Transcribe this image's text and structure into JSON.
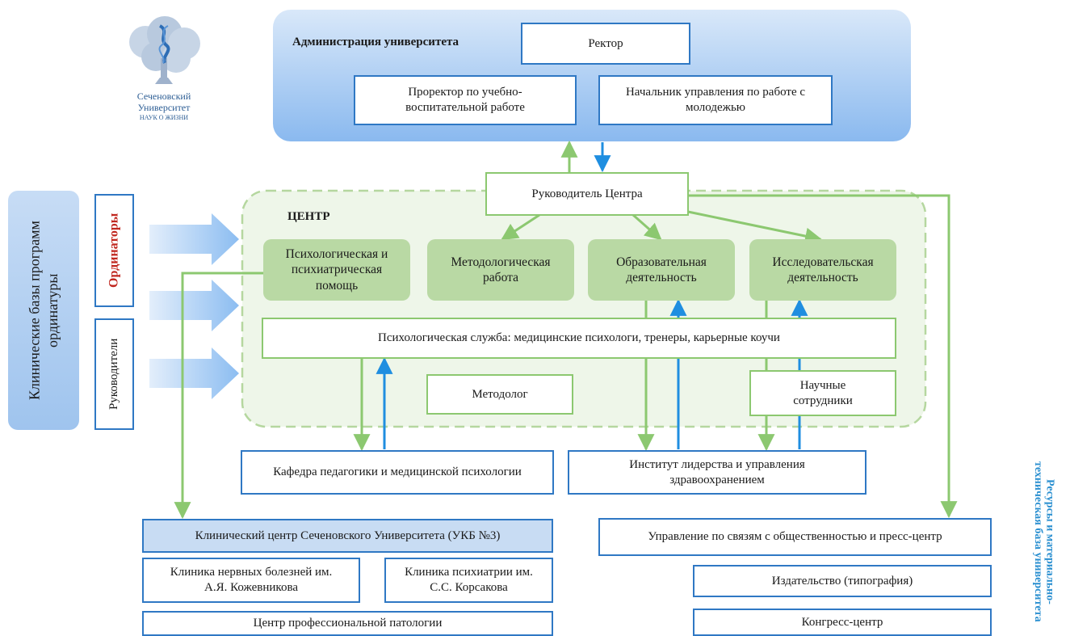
{
  "logo": {
    "line1": "Сеченовский",
    "line2": "Университет",
    "line3": "НАУК О ЖИЗНИ"
  },
  "admin": {
    "title": "Администрация университета",
    "rector": "Ректор",
    "prorector": "Проректор по учебно-воспитательной работе",
    "youth_head": "Начальник управления по работе с молодежью"
  },
  "center": {
    "head": "Руководитель Центра",
    "label": "ЦЕНТР",
    "depts": [
      "Психологическая и психиатрическая помощь",
      "Методологическая работа",
      "Образовательная деятельность",
      "Исследовательская деятельность"
    ],
    "service": "Психологическая служба: медицинские психологи, тренеры, карьерные коучи",
    "methodologist": "Методолог",
    "researchers": "Научные сотрудники"
  },
  "left": {
    "bases": "Клинические базы программ ординатуры",
    "residents": "Ординаторы",
    "supervisors": "Руководители"
  },
  "lower": {
    "department": "Кафедра педагогики и медицинской психологии",
    "institute": "Институт лидерства и управления здравоохранением"
  },
  "clinical": {
    "main": "Клинический центр Сеченовского Университета (УКБ №3)",
    "nervous": "Клиника нервных болезней им. А.Я. Кожевникова",
    "psychiatry": "Клиника психиатрии им. С.С. Корсакова",
    "pathology": "Центр профессиональной патологии"
  },
  "resources": {
    "pr": "Управление по связям с общественностью и пресс-центр",
    "publishing": "Издательство (типография)",
    "congress": "Конгресс-центр",
    "side_label": "Ресурсы и материально-техническая база университета"
  },
  "colors": {
    "green_line": "#8cc870",
    "blue_line": "#1f8ee0",
    "admin_bg_top": "#cfe2f8",
    "admin_bg_bottom": "#8ab9ef",
    "dept_bg": "#b9d9a4",
    "center_bg": "#eef6e9",
    "residents_text": "#c0261e",
    "side_label_text": "#2a8fd0"
  }
}
